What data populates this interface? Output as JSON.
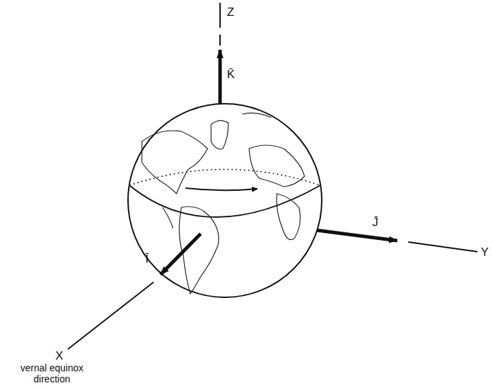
{
  "diagram": {
    "labels": [
      "Z",
      "K̄",
      "J̄",
      "Y",
      "Ī",
      "X",
      "vernal equinox direction"
    ]
  }
}
